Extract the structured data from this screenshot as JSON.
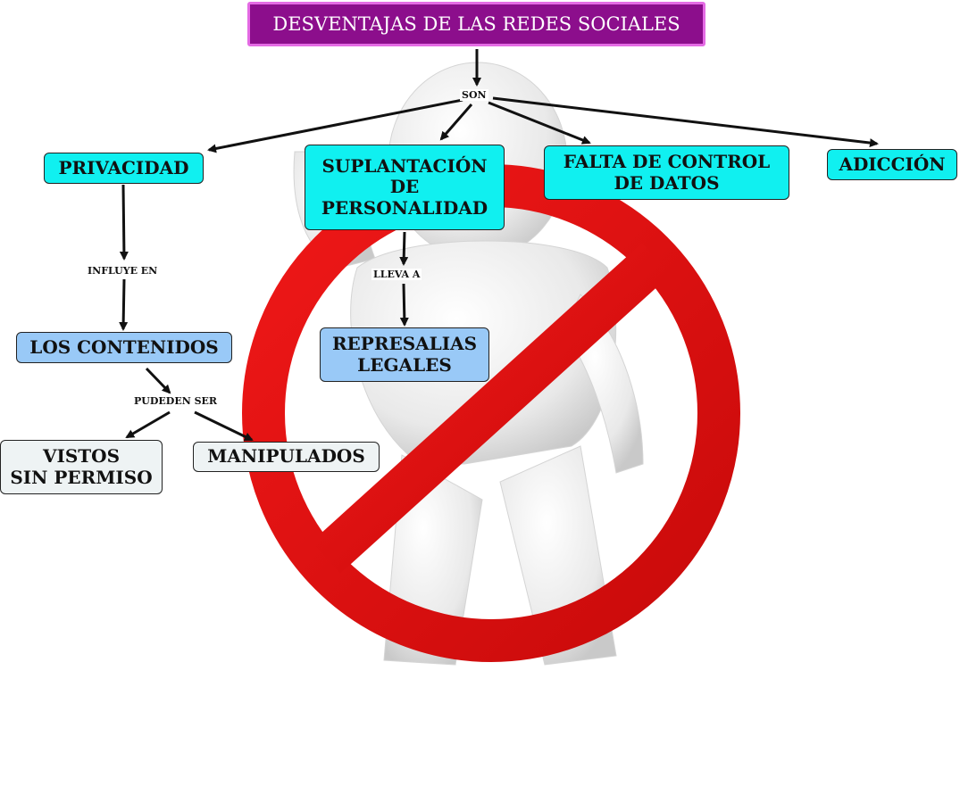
{
  "title": "DESVENTAJAS DE LAS REDES SOCIALES",
  "link_labels": {
    "son": "SON",
    "influye_en": "INFLUYE EN",
    "lleva_a": "LLEVA A",
    "pueden_ser": "PUDEDEN SER"
  },
  "nodes": {
    "privacidad": "PRIVACIDAD",
    "suplantacion": [
      "SUPLANTACIÓN",
      "DE",
      "PERSONALIDAD"
    ],
    "falta_control": [
      "FALTA DE CONTROL",
      "DE DATOS"
    ],
    "adiccion": "ADICCIÓN",
    "contenidos": "LOS CONTENIDOS",
    "represalias": [
      "REPRESALIAS",
      "LEGALES"
    ],
    "vistos": [
      "VISTOS",
      "SIN PERMISO"
    ],
    "manipulados": "MANIPULADOS"
  },
  "colors": {
    "title_bg": "#8c0e8c",
    "cyan_node": "#10f0f0",
    "blue_node": "#99c9f7",
    "pale_node": "#eef3f4",
    "prohibition_red": "#e60f0f"
  }
}
